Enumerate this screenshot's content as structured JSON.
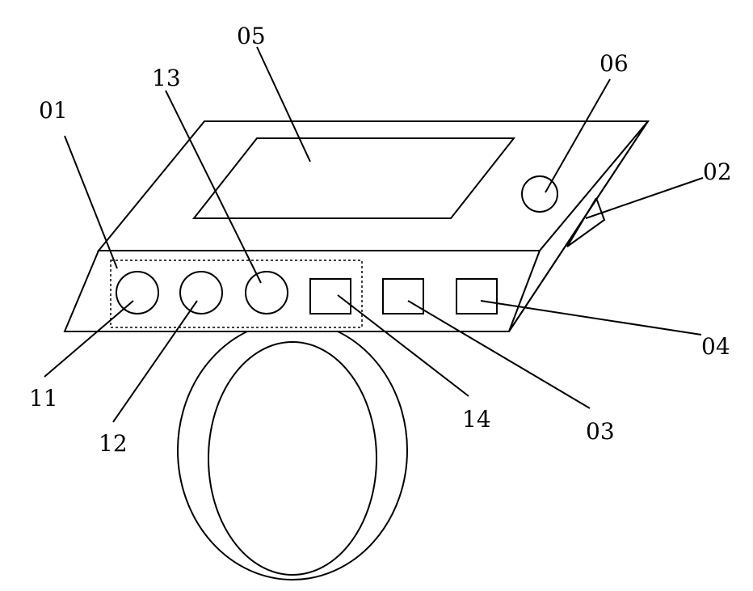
{
  "diagram": {
    "callouts": {
      "c01": "01",
      "c02": "02",
      "c03": "03",
      "c04": "04",
      "c05": "05",
      "c06": "06",
      "c11": "11",
      "c12": "12",
      "c13": "13",
      "c14": "14"
    }
  },
  "colors": {
    "line": "#000000",
    "background": "#ffffff"
  }
}
